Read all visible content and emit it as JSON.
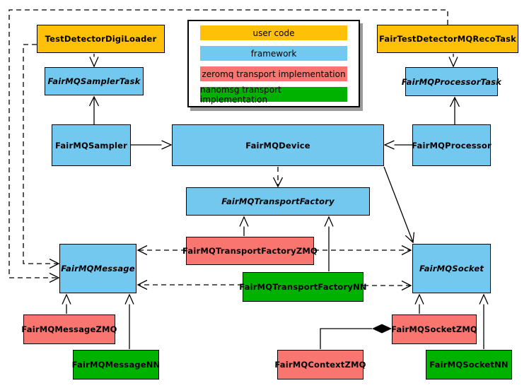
{
  "colors": {
    "user_code": "#FFC107",
    "framework": "#73C8F0",
    "zeromq": "#F9756F",
    "nanomsg": "#00B200",
    "line": "#000000",
    "legend_shadow": "#9a9a9a"
  },
  "legend": {
    "items": [
      {
        "label": "user code",
        "color": "#FFC107"
      },
      {
        "label": "framework",
        "color": "#73C8F0"
      },
      {
        "label": "zeromq transport implementation",
        "color": "#F9756F"
      },
      {
        "label": "nanomsg transport implementation",
        "color": "#00B200"
      }
    ]
  },
  "nodes": {
    "test_detector_digi_loader": {
      "label": "TestDetectorDigiLoader",
      "category": "user code"
    },
    "fair_test_detector_mq_reco_task": {
      "label": "FairTestDetectorMQRecoTask",
      "category": "user code"
    },
    "fairmq_sampler_task": {
      "label": "FairMQSamplerTask",
      "category": "framework",
      "abstract": true
    },
    "fairmq_processor_task": {
      "label": "FairMQProcessorTask",
      "category": "framework",
      "abstract": true
    },
    "fairmq_sampler": {
      "label": "FairMQSampler",
      "category": "framework"
    },
    "fairmq_device": {
      "label": "FairMQDevice",
      "category": "framework"
    },
    "fairmq_processor": {
      "label": "FairMQProcessor",
      "category": "framework"
    },
    "fairmq_transport_factory": {
      "label": "FairMQTransportFactory",
      "category": "framework",
      "abstract": true
    },
    "fairmq_transport_factory_zmq": {
      "label": "FairMQTransportFactoryZMQ",
      "category": "zeromq transport implementation"
    },
    "fairmq_transport_factory_nn": {
      "label": "FairMQTransportFactoryNN",
      "category": "nanomsg transport implementation"
    },
    "fairmq_message": {
      "label": "FairMQMessage",
      "category": "framework",
      "abstract": true
    },
    "fairmq_socket": {
      "label": "FairMQSocket",
      "category": "framework",
      "abstract": true
    },
    "fairmq_message_zmq": {
      "label": "FairMQMessageZMQ",
      "category": "zeromq transport implementation"
    },
    "fairmq_message_nn": {
      "label": "FairMQMessageNN",
      "category": "nanomsg transport implementation"
    },
    "fairmq_socket_zmq": {
      "label": "FairMQSocketZMQ",
      "category": "zeromq transport implementation"
    },
    "fairmq_socket_nn": {
      "label": "FairMQSocketNN",
      "category": "nanomsg transport implementation"
    },
    "fairmq_context_zmq": {
      "label": "FairMQContextZMQ",
      "category": "zeromq transport implementation"
    }
  },
  "edges": [
    {
      "from": "TestDetectorDigiLoader",
      "to": "FairMQSamplerTask",
      "type": "inheritance-hollow-triangle"
    },
    {
      "from": "FairMQSampler",
      "to": "FairMQSamplerTask",
      "type": "association-open-arrow"
    },
    {
      "from": "FairMQSampler",
      "to": "FairMQDevice",
      "type": "inheritance-hollow-triangle"
    },
    {
      "from": "FairTestDetectorMQRecoTask",
      "to": "FairMQProcessorTask",
      "type": "inheritance-hollow-triangle"
    },
    {
      "from": "FairMQProcessor",
      "to": "FairMQProcessorTask",
      "type": "association-open-arrow"
    },
    {
      "from": "FairMQProcessor",
      "to": "FairMQDevice",
      "type": "inheritance-hollow-triangle"
    },
    {
      "from": "FairMQDevice",
      "to": "FairMQTransportFactory",
      "type": "dependency-dashed-open-arrow"
    },
    {
      "from": "FairMQDevice",
      "to": "FairMQSocket",
      "type": "association-open-arrow"
    },
    {
      "from": "FairMQTransportFactoryZMQ",
      "to": "FairMQTransportFactory",
      "type": "inheritance-hollow-triangle"
    },
    {
      "from": "FairMQTransportFactoryNN",
      "to": "FairMQTransportFactory",
      "type": "inheritance-hollow-triangle"
    },
    {
      "from": "FairMQTransportFactoryZMQ",
      "to": "FairMQMessage",
      "type": "dependency-dashed-open-arrow"
    },
    {
      "from": "FairMQTransportFactoryZMQ",
      "to": "FairMQSocket",
      "type": "dependency-dashed-open-arrow"
    },
    {
      "from": "FairMQTransportFactoryNN",
      "to": "FairMQMessage",
      "type": "dependency-dashed-open-arrow"
    },
    {
      "from": "FairMQTransportFactoryNN",
      "to": "FairMQSocket",
      "type": "dependency-dashed-open-arrow"
    },
    {
      "from": "TestDetectorDigiLoader",
      "to": "FairMQMessage",
      "type": "dependency-dashed-open-arrow"
    },
    {
      "from": "FairTestDetectorMQRecoTask",
      "to": "FairMQMessage",
      "type": "dependency-dashed-open-arrow"
    },
    {
      "from": "FairMQMessageZMQ",
      "to": "FairMQMessage",
      "type": "inheritance-hollow-triangle"
    },
    {
      "from": "FairMQMessageNN",
      "to": "FairMQMessage",
      "type": "inheritance-hollow-triangle"
    },
    {
      "from": "FairMQSocketZMQ",
      "to": "FairMQSocket",
      "type": "inheritance-hollow-triangle"
    },
    {
      "from": "FairMQSocketNN",
      "to": "FairMQSocket",
      "type": "inheritance-hollow-triangle"
    },
    {
      "from": "FairMQContextZMQ",
      "to": "FairMQSocketZMQ",
      "type": "composition-filled-diamond"
    }
  ]
}
